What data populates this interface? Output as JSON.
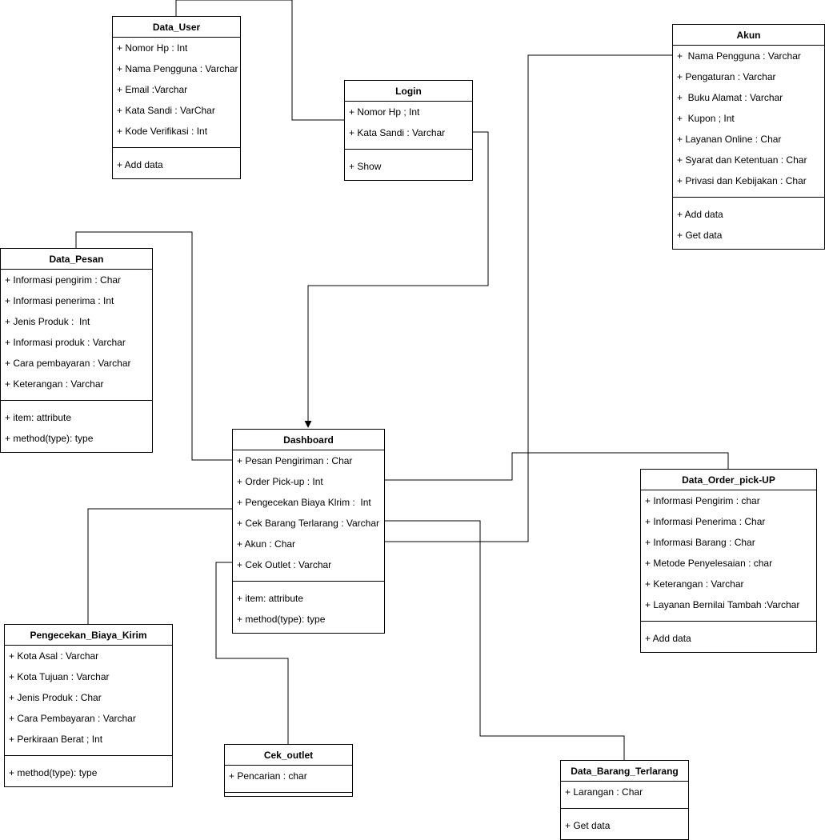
{
  "classes": {
    "data_user": {
      "title": "Data_User",
      "attributes": [
        "+ Nomor Hp : Int",
        "+ Nama Pengguna : Varchar",
        "+ Email :Varchar",
        "+ Kata Sandi : VarChar",
        "+ Kode Verifikasi : Int"
      ],
      "methods": [
        "+ Add data"
      ]
    },
    "login": {
      "title": "Login",
      "attributes": [
        "+ Nomor Hp ; Int",
        "+ Kata Sandi : Varchar"
      ],
      "methods": [
        "+ Show"
      ]
    },
    "akun": {
      "title": "Akun",
      "attributes": [
        "+  Nama Pengguna : Varchar",
        "+ Pengaturan : Varchar",
        "+  Buku Alamat : Varchar",
        "+  Kupon ; Int",
        "+ Layanan Online : Char",
        "+ Syarat dan Ketentuan : Char",
        "+ Privasi dan Kebijakan : Char"
      ],
      "methods": [
        "+ Add data",
        "+ Get data"
      ]
    },
    "data_pesan": {
      "title": "Data_Pesan",
      "attributes": [
        "+ Informasi pengirim : Char",
        "+ Informasi penerima : Int",
        "+ Jenis Produk :  Int",
        "+ Informasi produk : Varchar",
        "+ Cara pembayaran : Varchar",
        "+ Keterangan : Varchar"
      ],
      "methods": [
        "+ item: attribute",
        "+ method(type): type"
      ]
    },
    "dashboard": {
      "title": "Dashboard",
      "attributes": [
        "+ Pesan Pengiriman : Char",
        "+ Order Pick-up : Int",
        "+ Pengecekan Biaya Klrim :  Int",
        "+ Cek Barang Terlarang : Varchar",
        "+ Akun : Char",
        "+ Cek Outlet : Varchar"
      ],
      "methods": [
        "+ item: attribute",
        "+ method(type): type"
      ]
    },
    "data_order_pickup": {
      "title": "Data_Order_pick-UP",
      "attributes": [
        "+ Informasi Pengirim : char",
        "+ Informasi Penerima : Char",
        "+ Informasi Barang : Char",
        "+ Metode Penyelesaian : char",
        "+ Keterangan : Varchar",
        "+ Layanan Bernilai Tambah :Varchar"
      ],
      "methods": [
        "+ Add data"
      ]
    },
    "pengecekan_biaya_kirim": {
      "title": "Pengecekan_Biaya_Kirim",
      "attributes": [
        "+ Kota Asal : Varchar",
        "+ Kota Tujuan : Varchar",
        "+ Jenis Produk : Char",
        "+ Cara Pembayaran : Varchar",
        "+ Perkiraan Berat ; Int"
      ],
      "methods": [
        "+ method(type): type"
      ]
    },
    "cek_outlet": {
      "title": "Cek_outlet",
      "attributes": [
        "+ Pencarian : char"
      ],
      "methods": []
    },
    "data_barang_terlarang": {
      "title": "Data_Barang_Terlarang",
      "attributes": [
        "+ Larangan : Char"
      ],
      "methods": [
        "+ Get data"
      ]
    }
  }
}
